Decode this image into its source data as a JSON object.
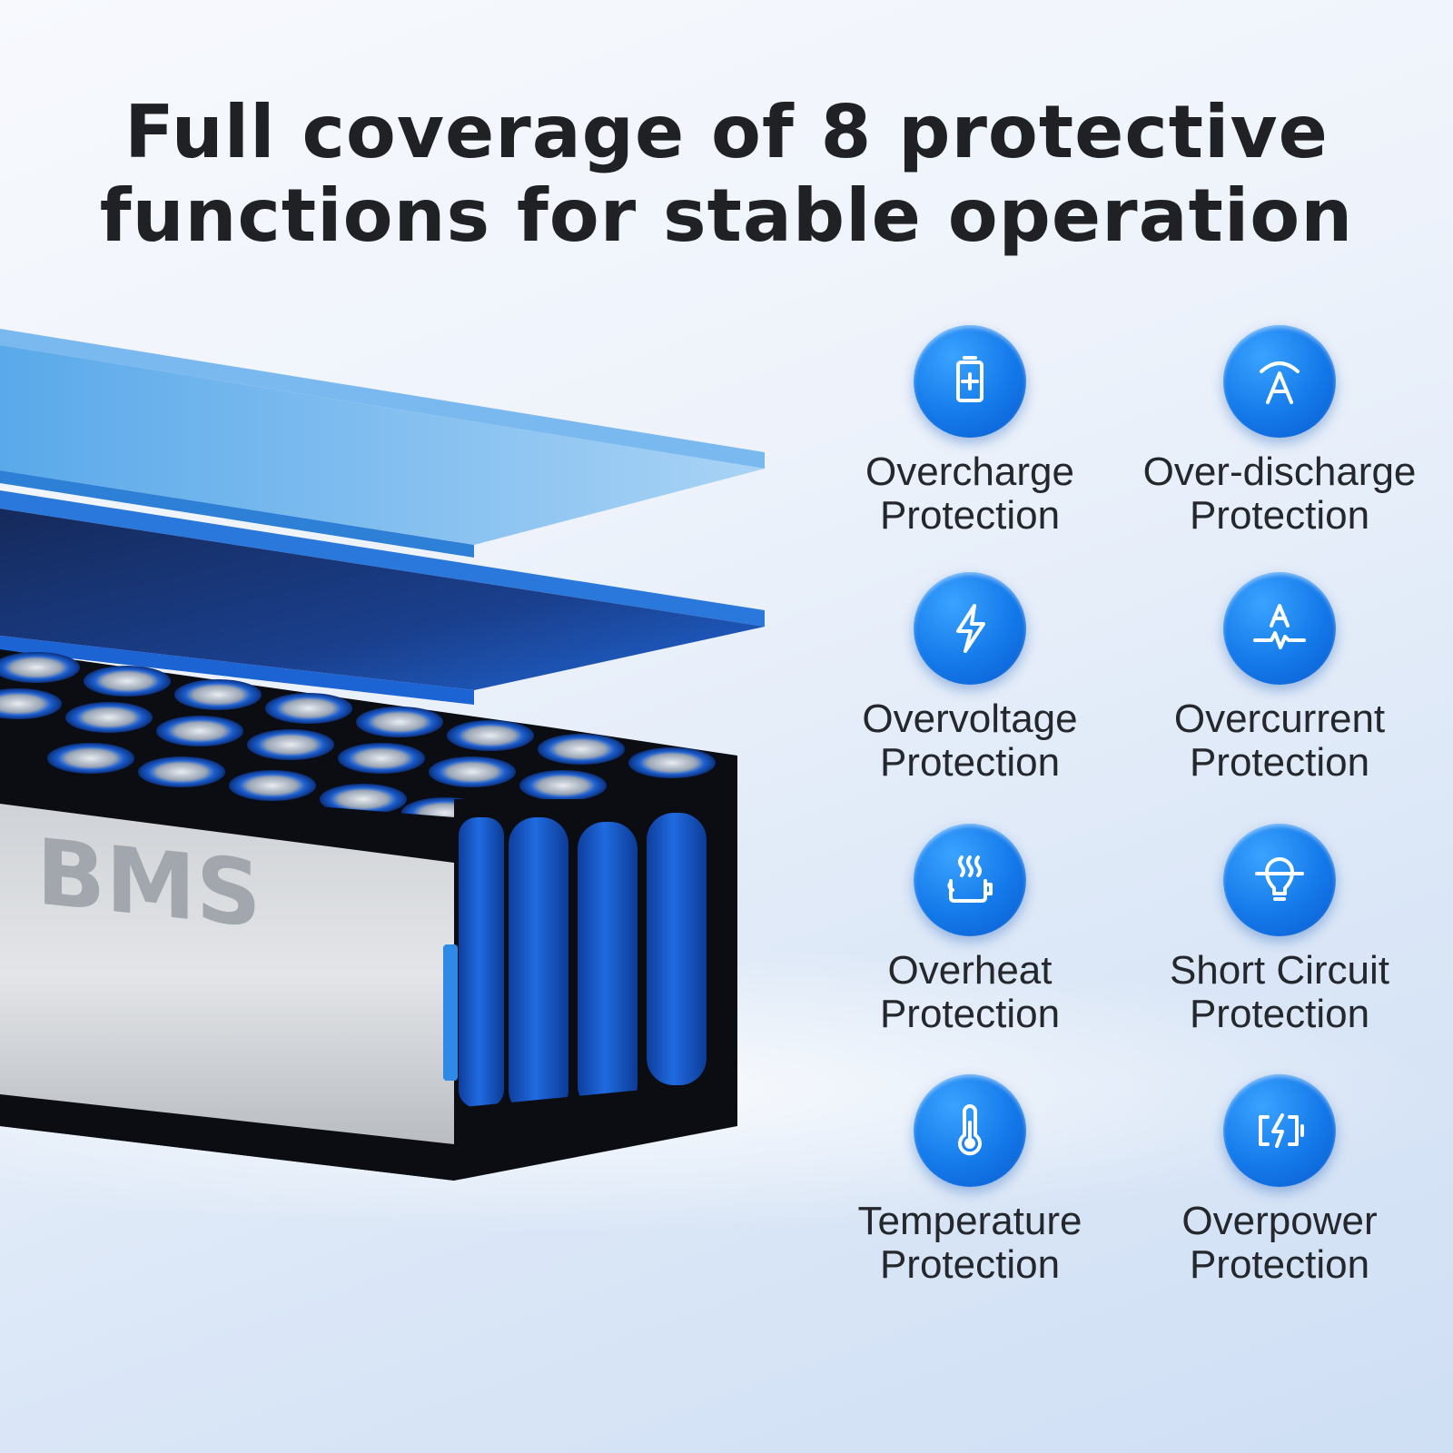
{
  "headline": {
    "line1": "Full coverage of 8 protective",
    "line2": "functions for stable operation"
  },
  "module_label": "BMS",
  "colors": {
    "icon_blue": "#1479ea",
    "text_dark": "#1f2125"
  },
  "features": [
    {
      "icon": "battery-plus-icon",
      "line1": "Overcharge",
      "line2": "Protection"
    },
    {
      "icon": "ammeter-a-icon",
      "line1": "Over-discharge",
      "line2": "Protection"
    },
    {
      "icon": "lightning-bolt-icon",
      "line1": "Overvoltage",
      "line2": "Protection"
    },
    {
      "icon": "current-wave-icon",
      "line1": "Overcurrent",
      "line2": "Protection"
    },
    {
      "icon": "heat-steam-icon",
      "line1": "Overheat",
      "line2": "Protection"
    },
    {
      "icon": "short-circuit-bulb-icon",
      "line1": "Short Circuit",
      "line2": "Protection"
    },
    {
      "icon": "thermometer-icon",
      "line1": "Temperature",
      "line2": "Protection"
    },
    {
      "icon": "battery-bolt-icon",
      "line1": "Overpower",
      "line2": "Protection"
    }
  ]
}
